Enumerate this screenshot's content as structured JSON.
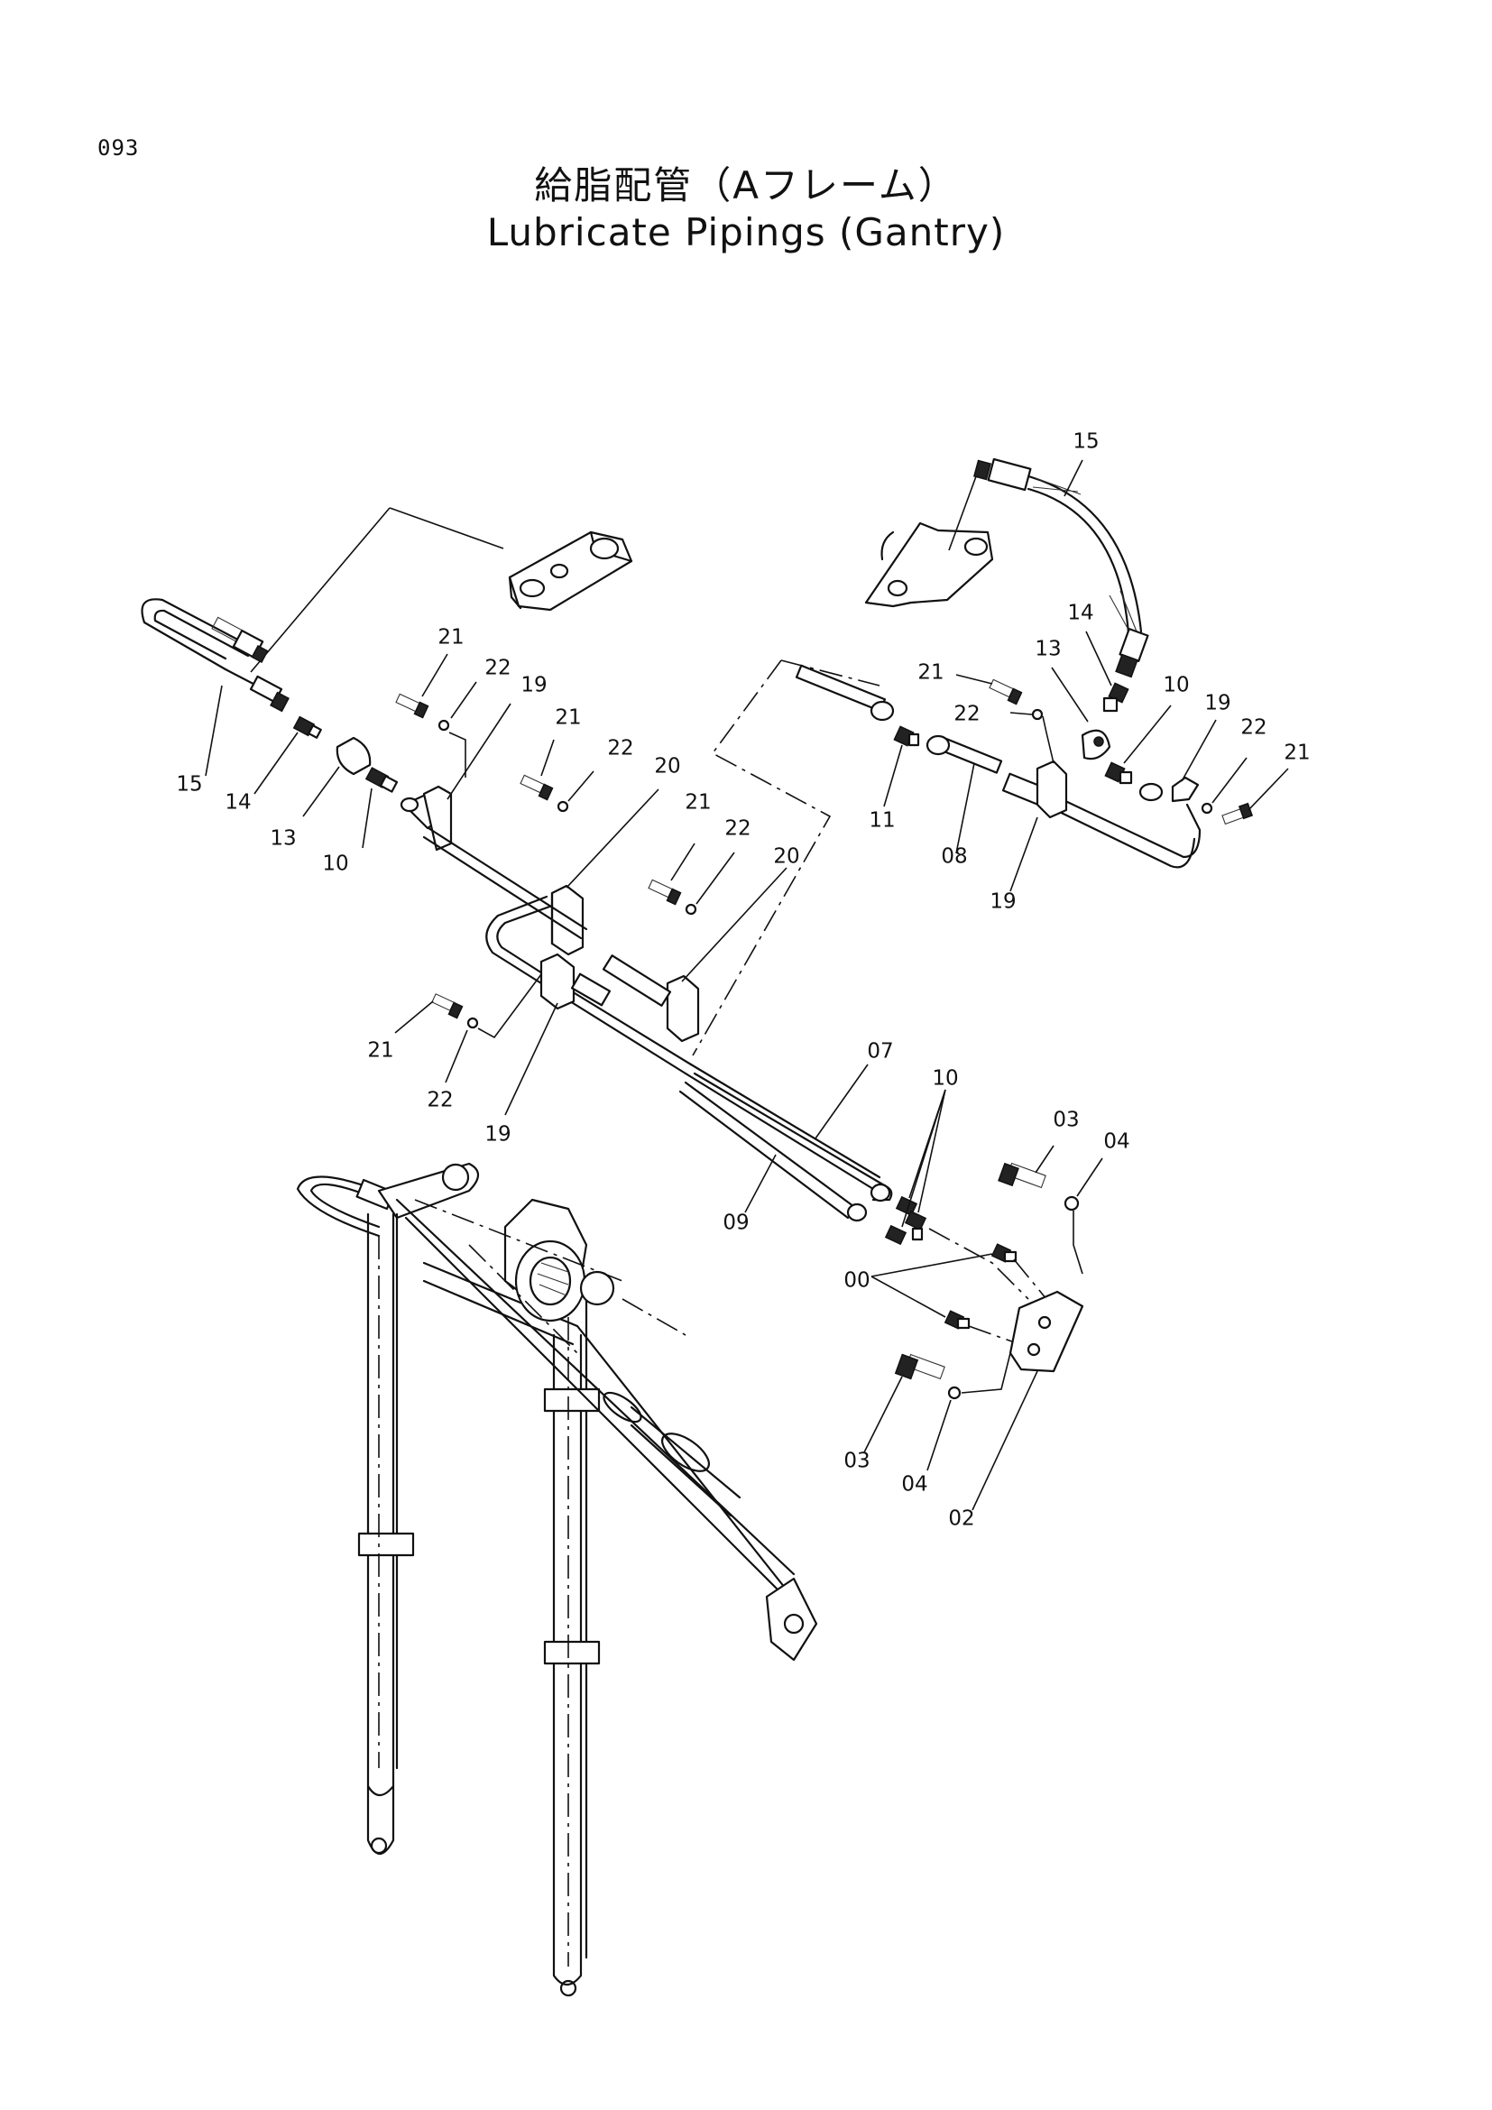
{
  "page_number": "093",
  "title_jp": "給脂配管（Aフレーム）",
  "title_en": "Lubricate Pipings (Gantry)",
  "callouts": [
    {
      "label": "15"
    },
    {
      "label": "14"
    },
    {
      "label": "13"
    },
    {
      "label": "10"
    },
    {
      "label": "21"
    },
    {
      "label": "22"
    },
    {
      "label": "19"
    },
    {
      "label": "21"
    },
    {
      "label": "22"
    },
    {
      "label": "20"
    },
    {
      "label": "21"
    },
    {
      "label": "22"
    },
    {
      "label": "20"
    },
    {
      "label": "21"
    },
    {
      "label": "22"
    },
    {
      "label": "19"
    },
    {
      "label": "15"
    },
    {
      "label": "14"
    },
    {
      "label": "13"
    },
    {
      "label": "10"
    },
    {
      "label": "19"
    },
    {
      "label": "22"
    },
    {
      "label": "21"
    },
    {
      "label": "21"
    },
    {
      "label": "22"
    },
    {
      "label": "11"
    },
    {
      "label": "08"
    },
    {
      "label": "19"
    },
    {
      "label": "07"
    },
    {
      "label": "09"
    },
    {
      "label": "10"
    },
    {
      "label": "03"
    },
    {
      "label": "04"
    },
    {
      "label": "00"
    },
    {
      "label": "03"
    },
    {
      "label": "04"
    },
    {
      "label": "02"
    }
  ]
}
